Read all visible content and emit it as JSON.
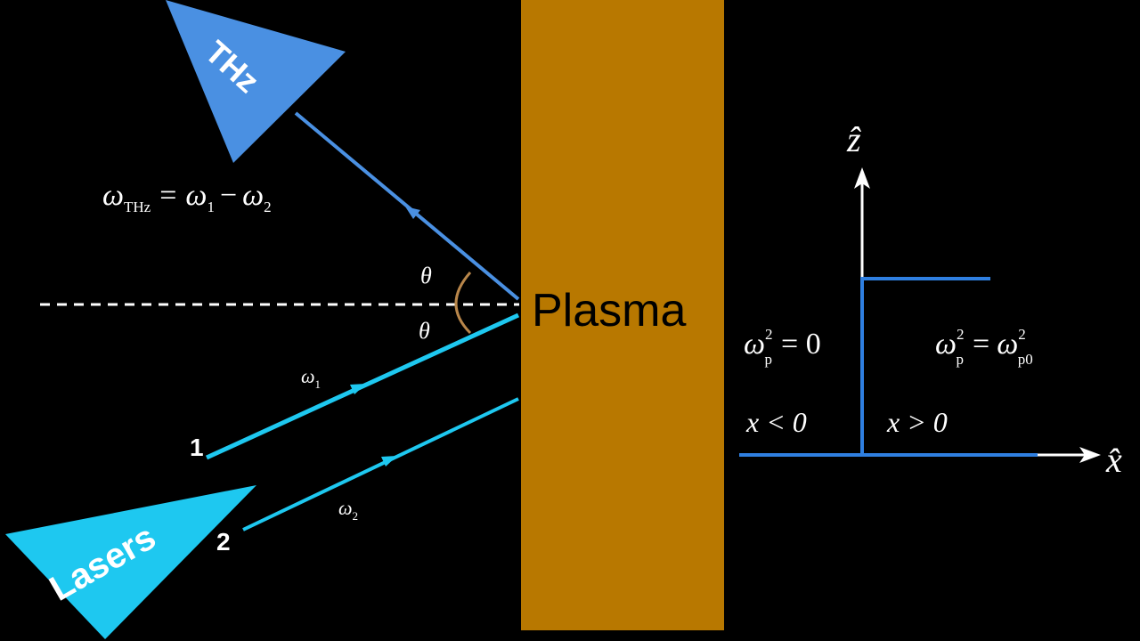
{
  "labels": {
    "thz": "THz",
    "lasers": "Lasers",
    "plasma": "Plasma",
    "beam1": "1",
    "beam2": "2",
    "theta_top": "θ",
    "theta_bottom": "θ",
    "omega1": "ω",
    "omega1_sub": "1",
    "omega2": "ω",
    "omega2_sub": "2"
  },
  "equations": {
    "thz_relation": {
      "w": "ω",
      "thz_sub": "THz",
      "eq": "=",
      "w1": "ω",
      "w1_sub": "1",
      "minus": "−",
      "w2": "ω",
      "w2_sub": "2"
    },
    "left_region": {
      "w": "ω",
      "sup": "2",
      "sub": "p",
      "rhs": "= 0"
    },
    "right_region": {
      "w": "ω",
      "sup": "2",
      "sub": "p",
      "eq": "=",
      "w2": "ω",
      "sup2": "2",
      "sub2": "p0"
    },
    "x_neg": "x < 0",
    "x_pos": "x > 0"
  },
  "axes": {
    "z_label": "ẑ",
    "x_label": "x̂"
  },
  "colors": {
    "background": "#000000",
    "plasma": "#b87800",
    "thz_blue": "#4a90e2",
    "laser_cyan": "#1ec8f0",
    "profile_blue": "#2f7fe0",
    "white": "#ffffff",
    "arc": "#b8864a"
  }
}
